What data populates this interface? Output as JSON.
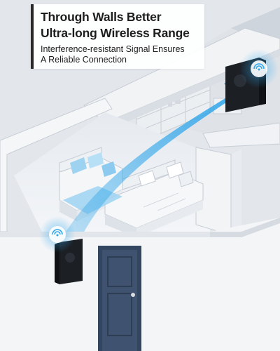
{
  "headline": {
    "line1": "Through Walls Better",
    "line2": "Ultra-long Wireless Range"
  },
  "subtext": {
    "line1": "Interference-resistant Signal Ensures",
    "line2": "A Reliable Connection"
  },
  "colors": {
    "signal_blue": "#2fa6ea",
    "device_black": "#1c1f24",
    "door_navy": "#3f5370",
    "sofa_white": "#f4f6f8",
    "cushion_blue": "#9ed2f1",
    "wall_grey": "#d3d8df"
  },
  "icons": [
    "wireless-signal-icon",
    "door-knob-icon"
  ]
}
